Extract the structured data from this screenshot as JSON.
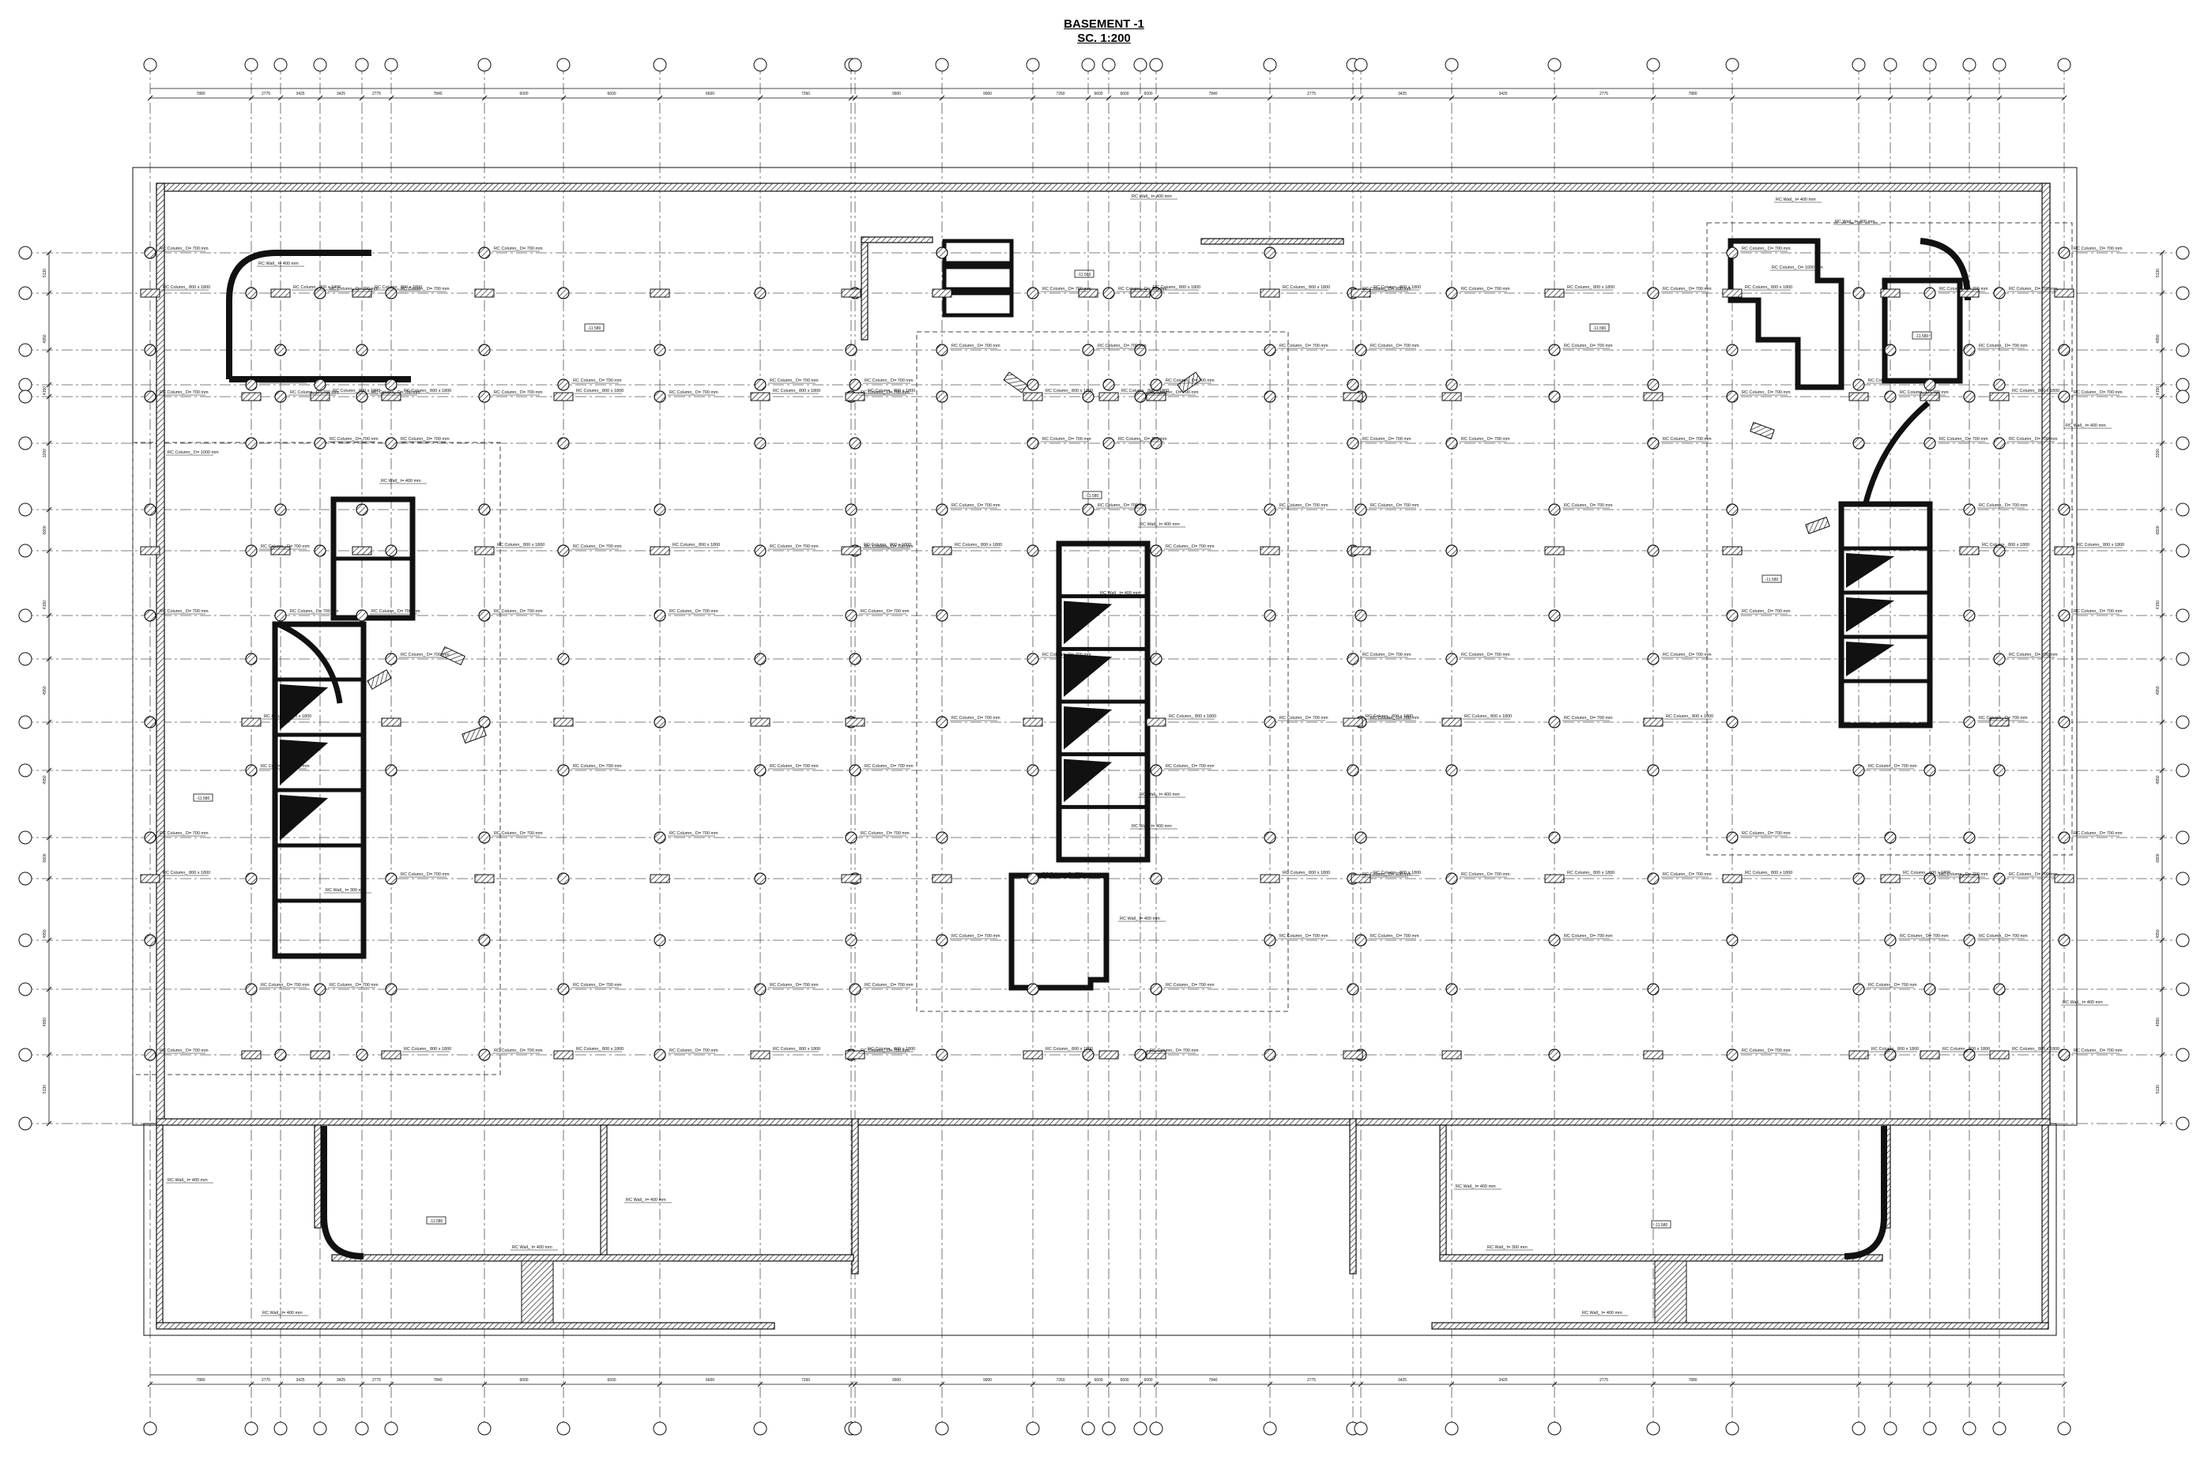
{
  "drawing": {
    "title": "BASEMENT -1",
    "scale": "SC. 1:200"
  },
  "grid": {
    "x_lines": [
      190,
      318,
      355,
      405,
      458,
      495,
      613,
      713,
      835,
      962,
      1077,
      1082,
      1192,
      1307,
      1377,
      1403,
      1443,
      1463,
      1607,
      1712,
      1722,
      1837,
      1967,
      2092,
      2192,
      2352,
      2392,
      2442,
      2492,
      2530,
      2612
    ],
    "y_lines": [
      320,
      371,
      443,
      487,
      502,
      561,
      645,
      697,
      779,
      834,
      914,
      975,
      1060,
      1112,
      1190,
      1252,
      1335,
      1422
    ],
    "dimension_labels": [
      "7880",
      "2775",
      "3425",
      "3425",
      "2775",
      "7840",
      "6000",
      "6600",
      "6600",
      "7260",
      "9900",
      "9900",
      "7260",
      "6600",
      "6600",
      "6000",
      "7840",
      "2775",
      "3425",
      "3425",
      "2775",
      "7880"
    ],
    "side_labels": [
      "5130",
      "4950",
      "4150",
      "3200",
      "6800",
      "4150",
      "4950",
      "4950",
      "6800",
      "4950",
      "4950",
      "5130"
    ]
  },
  "annotations": {
    "wall_400": "RC Wall_ t= 400 mm",
    "wall_300": "RC Wall_ t= 300 mm",
    "column_round": "RC Column_ D= 700 mm",
    "column_round_1000": "RC Column_ D= 1000 mm",
    "column_rect": "RC Column_ 800 x 1800",
    "level_tag": "-11.580"
  },
  "colors": {
    "ink": "#111111",
    "grid": "#555555",
    "hatch": "#222222"
  }
}
